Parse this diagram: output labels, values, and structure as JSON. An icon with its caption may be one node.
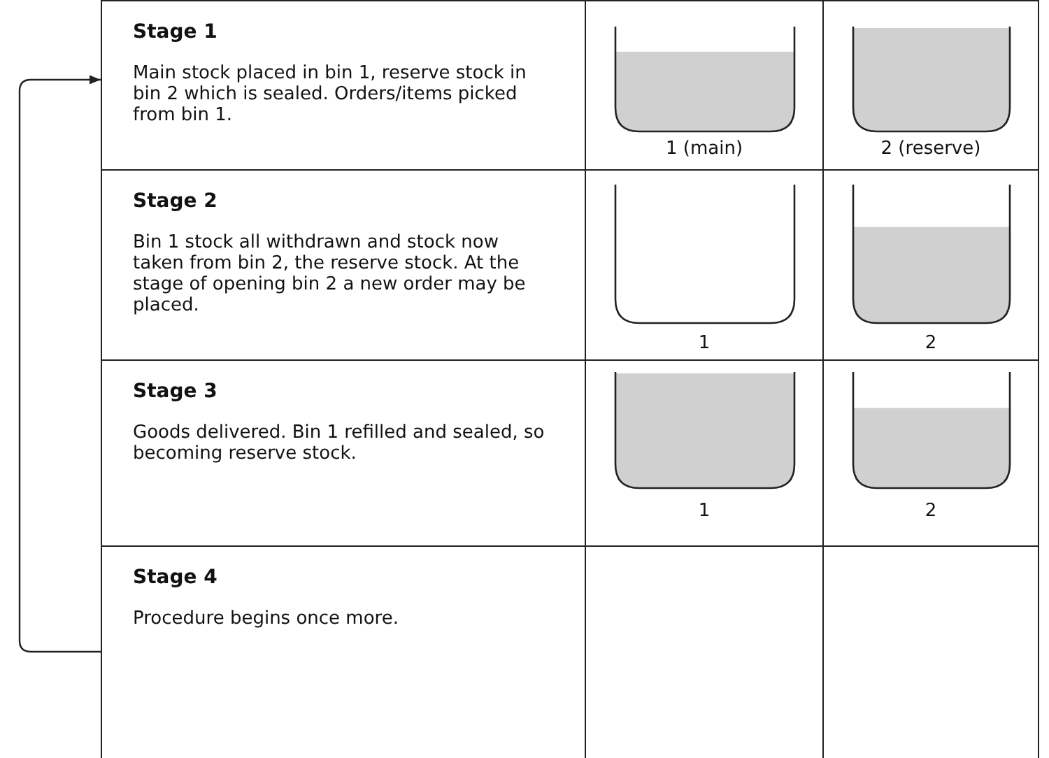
{
  "diagram": {
    "nodes": [
      {
        "text": [
          "Stage 1",
          "Main stock placed in bin 1, reserve stock in bin 2 which is sealed. Orders/items picked from bin 1."
        ]
      },
      {
        "text": [
          "1 (main)"
        ]
      },
      {
        "text": [
          "2 (reserve)"
        ]
      },
      {
        "text": [
          "Stage 2",
          "Bin 1 stock all withdrawn and stock now taken from bin 2, the reserve stock. At the stage of opening bin 2 a new order may be placed."
        ]
      },
      {
        "text": [
          "1"
        ]
      },
      {
        "text": [
          "2"
        ]
      },
      {
        "text": [
          "Stage 3",
          "Goods delivered. Bin 1 refilled and sealed, so becoming reserve stock."
        ]
      },
      {
        "text": [
          "1"
        ]
      },
      {
        "text": [
          "2"
        ]
      },
      {
        "text": [
          "Stage 4",
          "Procedure begins once more."
        ]
      }
    ],
    "edges": [
      {
        "from": 9,
        "to": 0,
        "arrow": "to"
      }
    ]
  }
}
